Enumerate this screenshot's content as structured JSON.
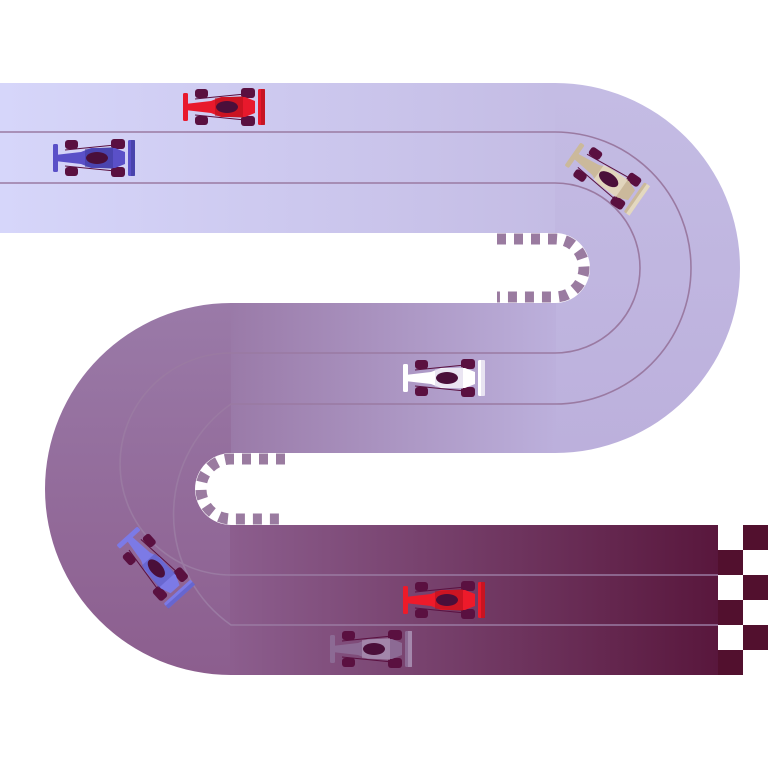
{
  "colors": {
    "background": "#ffffff",
    "track_top_left": "#d6d6fa",
    "track_top_right": "#c4bce4",
    "track_mid_left": "#9a7aa8",
    "track_mid_right": "#bcb0dc",
    "track_bottom_left": "#8c5e8e",
    "track_bottom_right": "#561338",
    "lane_line": "#9a7aa2",
    "kerb_light": "#ffffff",
    "kerb_dark": "#9a7ba0",
    "checker_dark": "#52102e",
    "checker_light": "#ffffff",
    "car_cockpit": "#4a0f3a",
    "wheel": "#5a1040"
  },
  "cars": [
    {
      "name": "red-car-top",
      "color": "#e8192c",
      "accent": "#b0101c"
    },
    {
      "name": "blue-car-top",
      "color": "#5a50c8",
      "accent": "#3e3a9a"
    },
    {
      "name": "beige-car-curve",
      "color": "#cbb99b",
      "accent": "#f4ecd8"
    },
    {
      "name": "white-car-middle",
      "color": "#ffffff",
      "accent": "#d8d0e8"
    },
    {
      "name": "periwinkle-car-curve",
      "color": "#7c7ae6",
      "accent": "#5a58c0"
    },
    {
      "name": "red-car-bottom",
      "color": "#ee1a2a",
      "accent": "#b0101c"
    },
    {
      "name": "mauve-car-bottom",
      "color": "#8c6a94",
      "accent": "#b49cbc"
    }
  ]
}
